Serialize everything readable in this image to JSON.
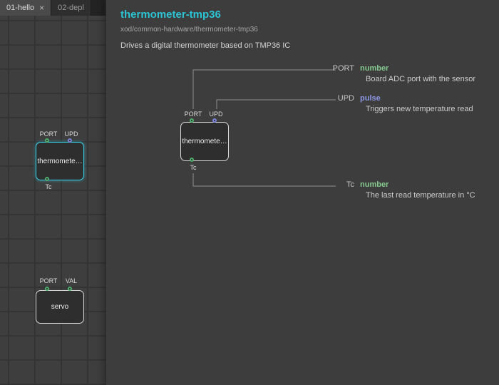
{
  "tabs": [
    {
      "label": "01-hello",
      "close_icon": "×"
    },
    {
      "label": "02-depl"
    }
  ],
  "editor": {
    "thermometer_node": {
      "label": "thermomete…",
      "pin_port": "PORT",
      "pin_upd": "UPD",
      "pin_tc": "Tc"
    },
    "servo_node": {
      "label": "servo",
      "pin_port": "PORT",
      "pin_val": "VAL"
    }
  },
  "help": {
    "title": "thermometer-tmp36",
    "path": "xod/common-hardware/thermometer-tmp36",
    "description": "Drives a digital thermometer based on TMP36 IC",
    "preview": {
      "label": "thermomete…",
      "pin_port": "PORT",
      "pin_upd": "UPD",
      "pin_tc": "Tc"
    },
    "pins": [
      {
        "name": "PORT",
        "type": "number",
        "description": "Board ADC port with the sensor"
      },
      {
        "name": "UPD",
        "type": "pulse",
        "description": "Triggers new temperature read"
      },
      {
        "name": "Tc",
        "type": "number",
        "description": "The last read temperature in °C"
      }
    ]
  },
  "colors": {
    "accent_cyan": "#2cc3d5",
    "type_number": "#85c98f",
    "type_pulse": "#8d96e3",
    "selected_node_border": "#38cfe2"
  }
}
